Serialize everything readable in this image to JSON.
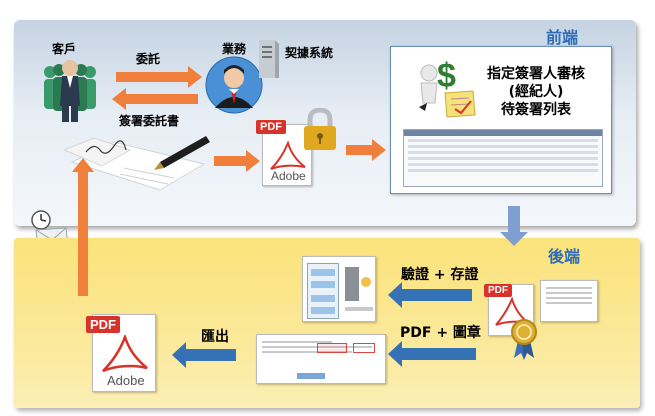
{
  "front_panel": {
    "title": "前端"
  },
  "back_panel": {
    "title": "後端"
  },
  "nodes": {
    "customer": "客戶",
    "business": "業務",
    "contract_system": "契據系統",
    "review_title": "指定簽署人審核\n(經紀人)\n待簽署列表"
  },
  "edges": {
    "entrust": "委託",
    "sign_entrustment": "簽署委託書",
    "verify_store": "驗證 + 存證",
    "pdf_seal": "PDF + 圖章",
    "export": "匯出"
  },
  "pdf_icon": {
    "tag": "PDF",
    "brand": "Adobe"
  },
  "colors": {
    "front_title": "#2e6db4",
    "front_arrow": "#f07f3c",
    "back_arrow": "#3572b5",
    "connector": "#7f9fd0"
  }
}
